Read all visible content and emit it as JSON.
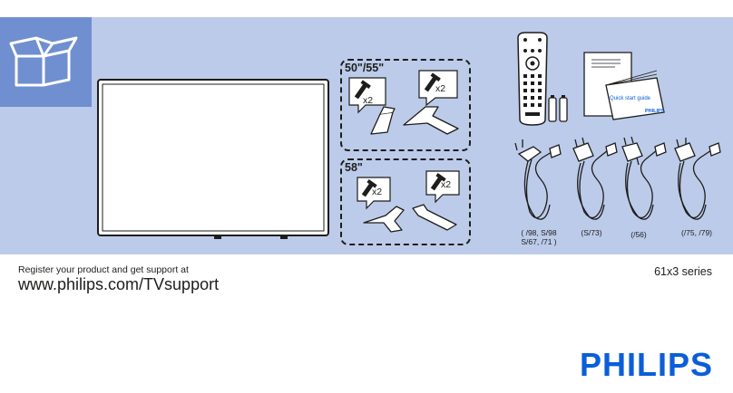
{
  "sizes": {
    "size_a": "50\"/55\"",
    "size_b": "58\""
  },
  "qty": {
    "screw_qty_a1": "x2",
    "screw_qty_a2": "x2",
    "screw_qty_b1": "x2",
    "screw_qty_b2": "x2"
  },
  "guide": {
    "title": "Quick start guide",
    "brand": "PHILIPS"
  },
  "plugs": {
    "line1": "( /98, S/98",
    "line2": "S/67, /71 )",
    "cap2": "(S/73)",
    "cap3": "(/56)",
    "cap4": "(/75, /79)"
  },
  "footer": {
    "register_text": "Register your product and get support at",
    "url": "www.philips.com/TVsupport",
    "series": "61x3 series",
    "brand": "PHILIPS"
  },
  "colors": {
    "panel": "#bccbea",
    "corner": "#6f8fd0",
    "brand": "#0b5ed7"
  },
  "icons": [
    "box-icon",
    "tv-icon",
    "screw-icon",
    "stand-icon",
    "remote-icon",
    "battery-icon",
    "booklet-icon",
    "power-cord-icon"
  ]
}
